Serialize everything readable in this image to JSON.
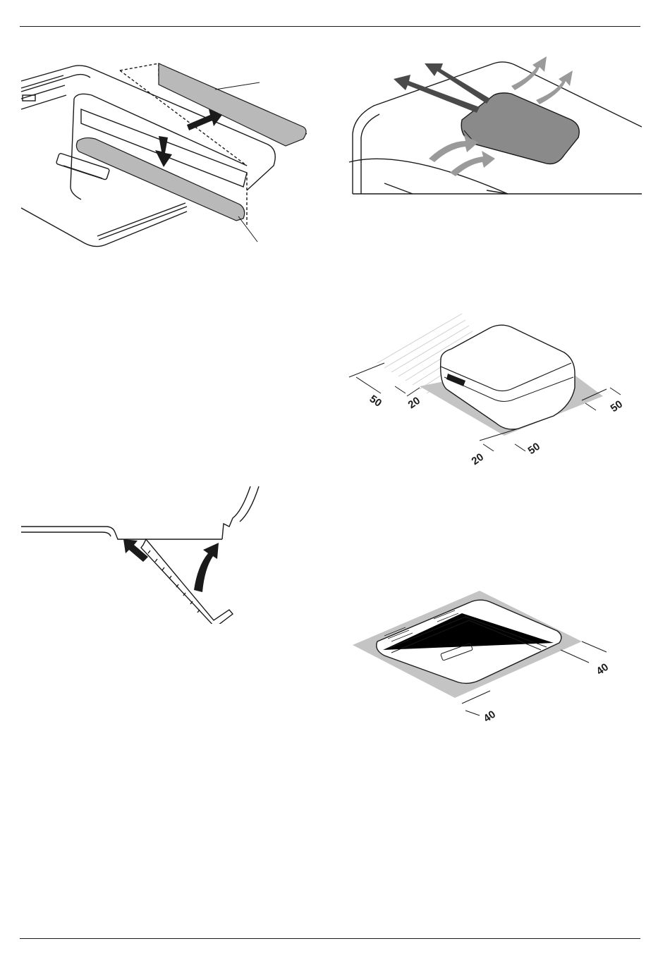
{
  "page": {
    "colors": {
      "rule": "#1a1a1a",
      "line": "#1a1a1a",
      "gray": "#b9b9b9",
      "dark": "#4a4a4a",
      "arrow": "#1a1a1a"
    }
  },
  "fig_clearance_roof": {
    "dim_side": "50",
    "dim_back": "20",
    "dim_right": "50",
    "dim_front": "50",
    "dim_front_small": "20"
  },
  "fig_clearance_interior": {
    "dim_right": "40",
    "dim_front": "40"
  }
}
